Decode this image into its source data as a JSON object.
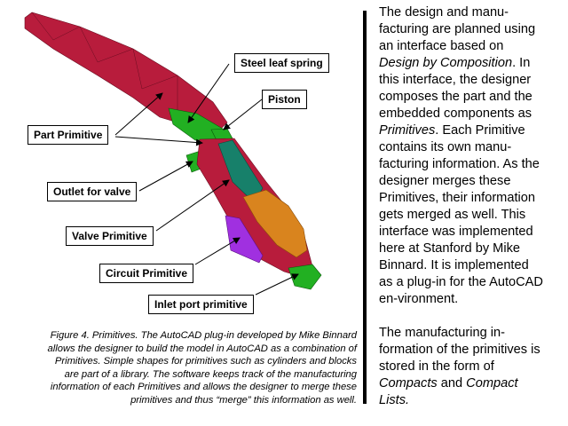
{
  "figure": {
    "labels": {
      "steel_leaf_spring": "Steel leaf spring",
      "piston": "Piston",
      "part_primitive": "Part Primitive",
      "outlet_for_valve": "Outlet for valve",
      "valve_primitive": "Valve Primitive",
      "circuit_primitive": "Circuit Primitive",
      "inlet_port_primitive": "Inlet port primitive"
    },
    "colors": {
      "part": "#b81c3c",
      "green": "#22b022",
      "teal": "#17806a",
      "orange": "#d9841e",
      "purple": "#a030e0"
    }
  },
  "caption": [
    "Figure 4.  Primitives.  The AutoCAD plug-in developed by Mike Binnard",
    "allows the designer to build the model in AutoCAD as a combination of",
    "Primitives.  Simple shapes for primitives such as cylinders and blocks",
    "are part of a library. The software keeps track of the manufacturing",
    "information of each Primitives and allows the designer to merge these",
    "primitives and thus “merge” this information as well."
  ],
  "side_text": {
    "para1": [
      "The design and manu-",
      "facturing are planned using",
      "an interface based on",
      "Design by Composition.  In",
      "this interface, the designer",
      "composes the part and the",
      "embedded components as",
      "Primitives.  Each Primitive",
      "contains its own manu-",
      "facturing information.  As the",
      "designer merges these",
      "Primitives, their information",
      "gets merged as well.  This",
      "interface was implemented",
      "here at Stanford by Mike",
      "Binnard.  It is implemented",
      "as a plug-in for the AutoCAD",
      "en-vironment."
    ],
    "para2": [
      "The manufacturing in-",
      "formation of the primitives is",
      "stored in the form of",
      "Compacts and Compact",
      "Lists."
    ]
  }
}
